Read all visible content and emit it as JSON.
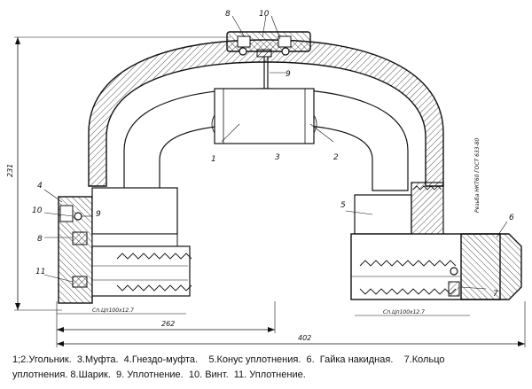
{
  "labels": {
    "p1": "1",
    "p2": "2",
    "p3": "3",
    "p4": "4",
    "p5": "5",
    "p6": "6",
    "p7": "7",
    "p8_top": "8",
    "p8_left": "8",
    "p9_top": "9",
    "p9_left": "9",
    "p10_top": "10",
    "p10_left": "10",
    "p11": "11"
  },
  "dimensions": {
    "height": "231",
    "span_inner": "262",
    "span_outer": "402",
    "thread_left": "Сп.Цп100x12.7",
    "thread_right": "Сп.Цп100x12.7",
    "thread_vertical": "Резьба НКТ60 ГОСТ 633-80"
  },
  "caption": {
    "line1": "1;2.Угольник.  3.Муфта.  4.Гнездо-муфта.    5.Конус уплотнения.  6.  Гайка накидная.    7.Кольцо",
    "line2": "уплотнения. 8.Шарик.  9. Уплотнение.  10. Винт.  11. Уплотнение."
  },
  "colors": {
    "line": "#111111",
    "hatch": "#222222",
    "background": "#ffffff"
  }
}
